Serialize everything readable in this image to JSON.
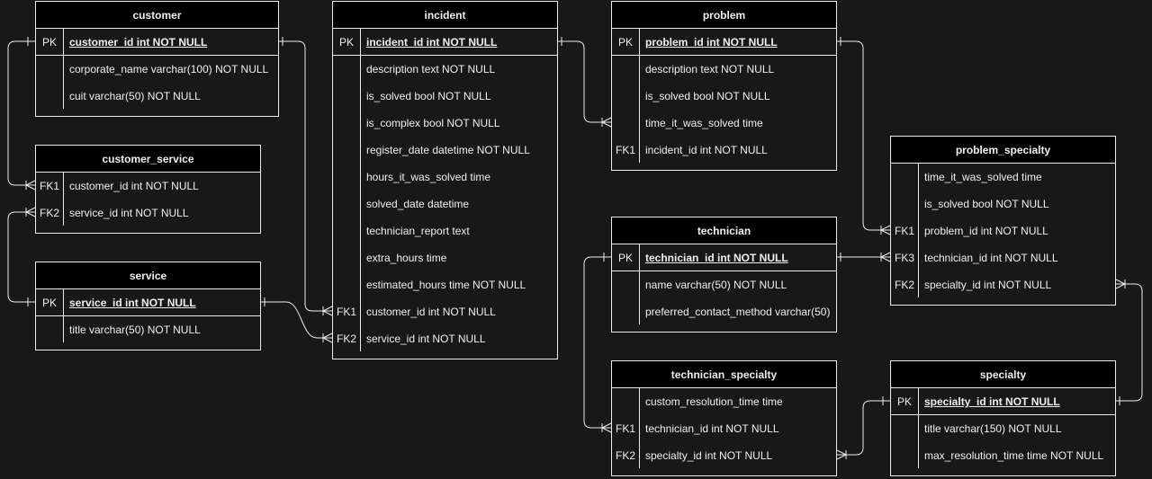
{
  "tables": [
    {
      "id": "customer",
      "name": "customer",
      "rows": [
        {
          "key": "PK",
          "text": "customer_id int NOT NULL",
          "pk": true
        },
        {
          "key": "",
          "text": "corporate_name varchar(100) NOT NULL"
        },
        {
          "key": "",
          "text": "cuit varchar(50) NOT NULL"
        }
      ]
    },
    {
      "id": "customer_service",
      "name": "customer_service",
      "rows": [
        {
          "key": "FK1",
          "text": "customer_id int NOT NULL"
        },
        {
          "key": "FK2",
          "text": "service_id int NOT NULL"
        }
      ]
    },
    {
      "id": "service",
      "name": "service",
      "rows": [
        {
          "key": "PK",
          "text": "service_id int NOT NULL",
          "pk": true
        },
        {
          "key": "",
          "text": "title varchar(50) NOT NULL"
        }
      ]
    },
    {
      "id": "incident",
      "name": "incident",
      "rows": [
        {
          "key": "PK",
          "text": "incident_id int NOT NULL",
          "pk": true
        },
        {
          "key": "",
          "text": "description text NOT NULL"
        },
        {
          "key": "",
          "text": "is_solved bool NOT NULL"
        },
        {
          "key": "",
          "text": "is_complex bool NOT NULL"
        },
        {
          "key": "",
          "text": "register_date datetime NOT NULL"
        },
        {
          "key": "",
          "text": "hours_it_was_solved time"
        },
        {
          "key": "",
          "text": "solved_date datetime"
        },
        {
          "key": "",
          "text": "technician_report text"
        },
        {
          "key": "",
          "text": "extra_hours time"
        },
        {
          "key": "",
          "text": "estimated_hours time NOT NULL"
        },
        {
          "key": "FK1",
          "text": "customer_id int NOT NULL"
        },
        {
          "key": "FK2",
          "text": "service_id int NOT NULL"
        }
      ]
    },
    {
      "id": "problem",
      "name": "problem",
      "rows": [
        {
          "key": "PK",
          "text": "problem_id int NOT NULL",
          "pk": true
        },
        {
          "key": "",
          "text": "description text NOT NULL"
        },
        {
          "key": "",
          "text": "is_solved bool NOT NULL"
        },
        {
          "key": "",
          "text": "time_it_was_solved time"
        },
        {
          "key": "FK1",
          "text": "incident_id int NOT NULL"
        }
      ]
    },
    {
      "id": "technician",
      "name": "technician",
      "rows": [
        {
          "key": "PK",
          "text": "technician_id int NOT NULL",
          "pk": true
        },
        {
          "key": "",
          "text": "name varchar(50) NOT NULL"
        },
        {
          "key": "",
          "text": "preferred_contact_method varchar(50)"
        }
      ]
    },
    {
      "id": "technician_specialty",
      "name": "technician_specialty",
      "rows": [
        {
          "key": "",
          "text": "custom_resolution_time time"
        },
        {
          "key": "FK1",
          "text": "technician_id int NOT NULL"
        },
        {
          "key": "FK2",
          "text": "specialty_id int NOT NULL"
        }
      ]
    },
    {
      "id": "problem_specialty",
      "name": "problem_specialty",
      "rows": [
        {
          "key": "",
          "text": "time_it_was_solved time"
        },
        {
          "key": "",
          "text": "is_solved bool NOT NULL"
        },
        {
          "key": "FK1",
          "text": "problem_id int NOT NULL"
        },
        {
          "key": "FK3",
          "text": "technician_id int NOT NULL"
        },
        {
          "key": "FK2",
          "text": "specialty_id int NOT NULL"
        }
      ]
    },
    {
      "id": "specialty",
      "name": "specialty",
      "rows": [
        {
          "key": "PK",
          "text": "specialty_id int NOT NULL",
          "pk": true
        },
        {
          "key": "",
          "text": "title varchar(150) NOT NULL"
        },
        {
          "key": "",
          "text": "max_resolution_time time NOT NULL"
        }
      ]
    }
  ],
  "relationships": [
    {
      "from": "customer.customer_id",
      "to": "customer_service.customer_id",
      "cardinality": "one-to-many"
    },
    {
      "from": "service.service_id",
      "to": "customer_service.service_id",
      "cardinality": "one-to-many"
    },
    {
      "from": "customer.customer_id",
      "to": "incident.customer_id",
      "cardinality": "one-to-many"
    },
    {
      "from": "service.service_id",
      "to": "incident.service_id",
      "cardinality": "one-to-many"
    },
    {
      "from": "incident.incident_id",
      "to": "problem.incident_id",
      "cardinality": "one-to-many"
    },
    {
      "from": "problem.problem_id",
      "to": "problem_specialty.problem_id",
      "cardinality": "one-to-many"
    },
    {
      "from": "technician.technician_id",
      "to": "problem_specialty.technician_id",
      "cardinality": "one-to-many"
    },
    {
      "from": "specialty.specialty_id",
      "to": "problem_specialty.specialty_id",
      "cardinality": "one-to-many"
    },
    {
      "from": "technician.technician_id",
      "to": "technician_specialty.technician_id",
      "cardinality": "one-to-many"
    },
    {
      "from": "specialty.specialty_id",
      "to": "technician_specialty.specialty_id",
      "cardinality": "one-to-many"
    }
  ],
  "colors": {
    "background": "#181818",
    "header": "#000000",
    "line": "#ededed",
    "text": "#f0f0f0"
  }
}
